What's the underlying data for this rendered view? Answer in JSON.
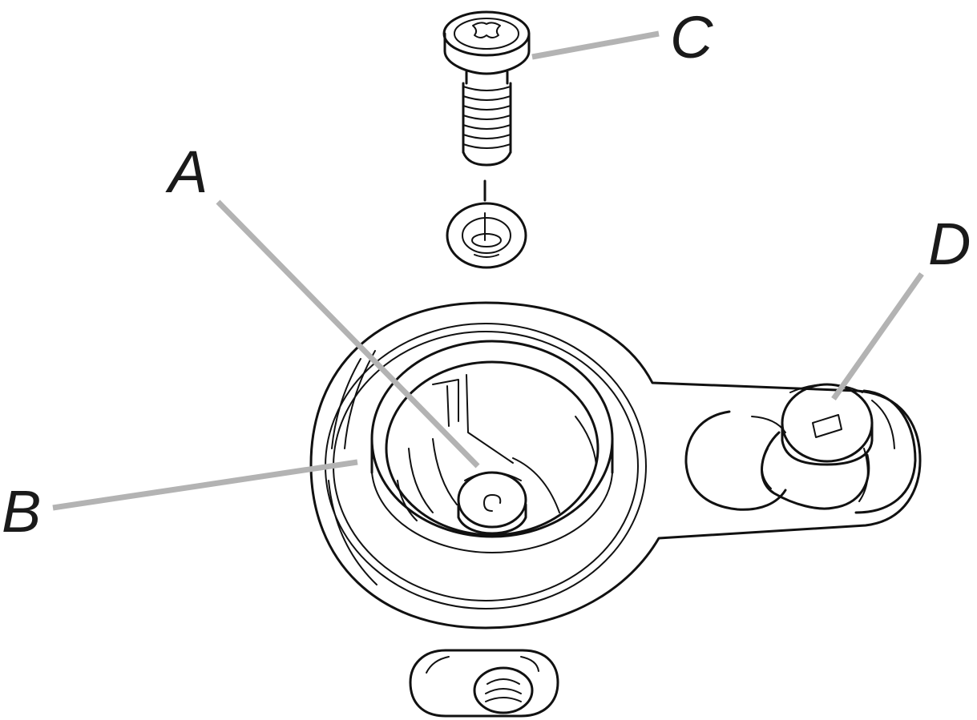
{
  "labels": {
    "a": "A",
    "b": "B",
    "c": "C",
    "d": "D"
  },
  "colors": {
    "line": "#111111",
    "leader": "#b3b3b3",
    "background": "#ffffff"
  }
}
